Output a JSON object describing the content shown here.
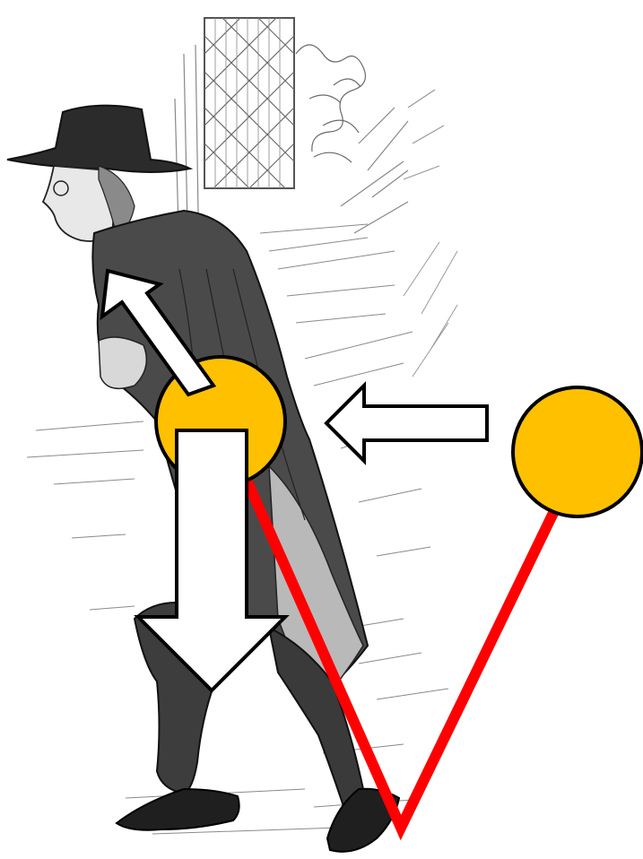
{
  "illustration": {
    "subject": "engraving-man-walking",
    "ink_color": "#2a2a2a",
    "sketch_color": "#5a5a5a"
  },
  "overlay": {
    "pendulum_bob_color": "#FFC000",
    "outline_color": "#000000",
    "arm_color": "#FF0000",
    "arrow_fill": "#FFFFFF",
    "arrow_stroke": "#000000",
    "arrows": [
      {
        "name": "arrow-up-left",
        "direction": "up-left"
      },
      {
        "name": "arrow-left",
        "direction": "left"
      },
      {
        "name": "arrow-down",
        "direction": "down"
      }
    ]
  }
}
